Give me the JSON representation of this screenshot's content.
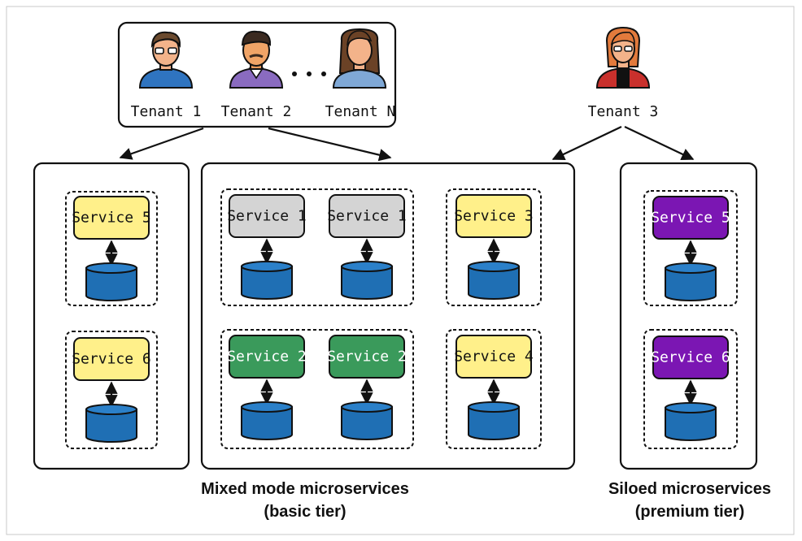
{
  "tenants": {
    "group": [
      "Tenant 1",
      "Tenant 2",
      "Tenant N"
    ],
    "ellipsis": "...",
    "separate": "Tenant 3"
  },
  "colors": {
    "yellow": "#fff08a",
    "gray": "#d4d4d4",
    "green": "#3a9a5b",
    "purple": "#7b16b3",
    "database": "#1f6fb4"
  },
  "left_panel": {
    "services": [
      "Service 5",
      "Service 6"
    ]
  },
  "mixed_panel": {
    "pooled_row_1": [
      "Service 1",
      "Service 1"
    ],
    "pooled_row_2": [
      "Service 2",
      "Service 2"
    ],
    "single": [
      "Service 3",
      "Service 4"
    ],
    "caption_line1": "Mixed mode microservices",
    "caption_line2": "(basic tier)"
  },
  "siloed_panel": {
    "services": [
      "Service 5",
      "Service 6"
    ],
    "caption_line1": "Siloed microservices",
    "caption_line2": "(premium tier)"
  },
  "icons": [
    "tenant-1-avatar-icon",
    "tenant-2-avatar-icon",
    "tenant-n-avatar-icon",
    "tenant-3-avatar-icon",
    "database-icon",
    "bidirectional-arrow-icon"
  ]
}
